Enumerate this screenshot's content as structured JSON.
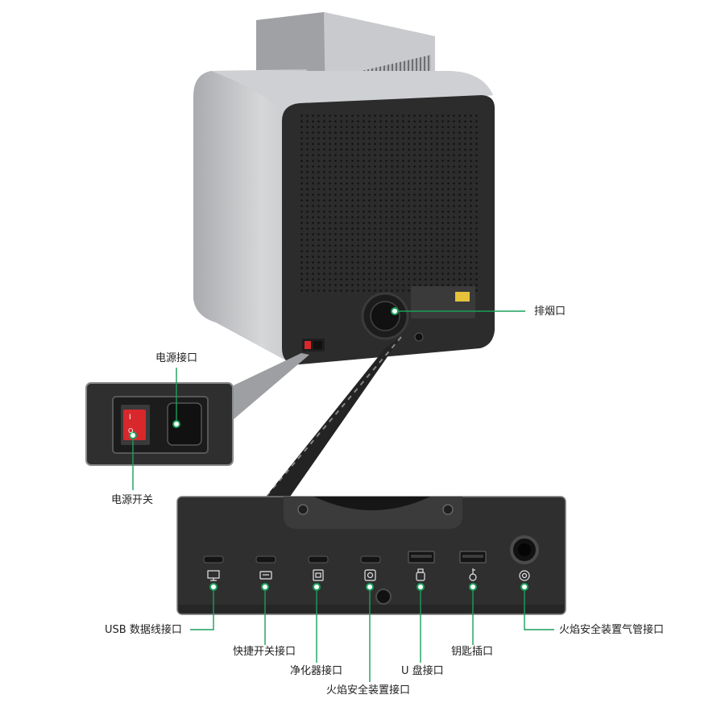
{
  "callouts": {
    "exhaust": "排烟口",
    "power_port": "电源接口",
    "power_switch": "电源开关",
    "usb_data": "USB 数据线接口",
    "quick_switch": "快捷开关接口",
    "purifier": "净化器接口",
    "flame_safety": "火焰安全装置接口",
    "u_disk": "U 盘接口",
    "key_slot": "钥匙插口",
    "flame_gas": "火焰安全装置气管接口"
  },
  "colors": {
    "callout_line": "#1aa05a",
    "panel_dark": "#2f2f30",
    "device_silver": "#c8c9cb",
    "switch_red": "#d8282b"
  },
  "switch_marks": {
    "on": "I",
    "off": "O"
  },
  "icons": [
    "monitor-icon",
    "quick-switch-icon",
    "purifier-icon",
    "flame-sensor-icon",
    "usb-stick-icon",
    "key-icon",
    "gas-icon"
  ]
}
